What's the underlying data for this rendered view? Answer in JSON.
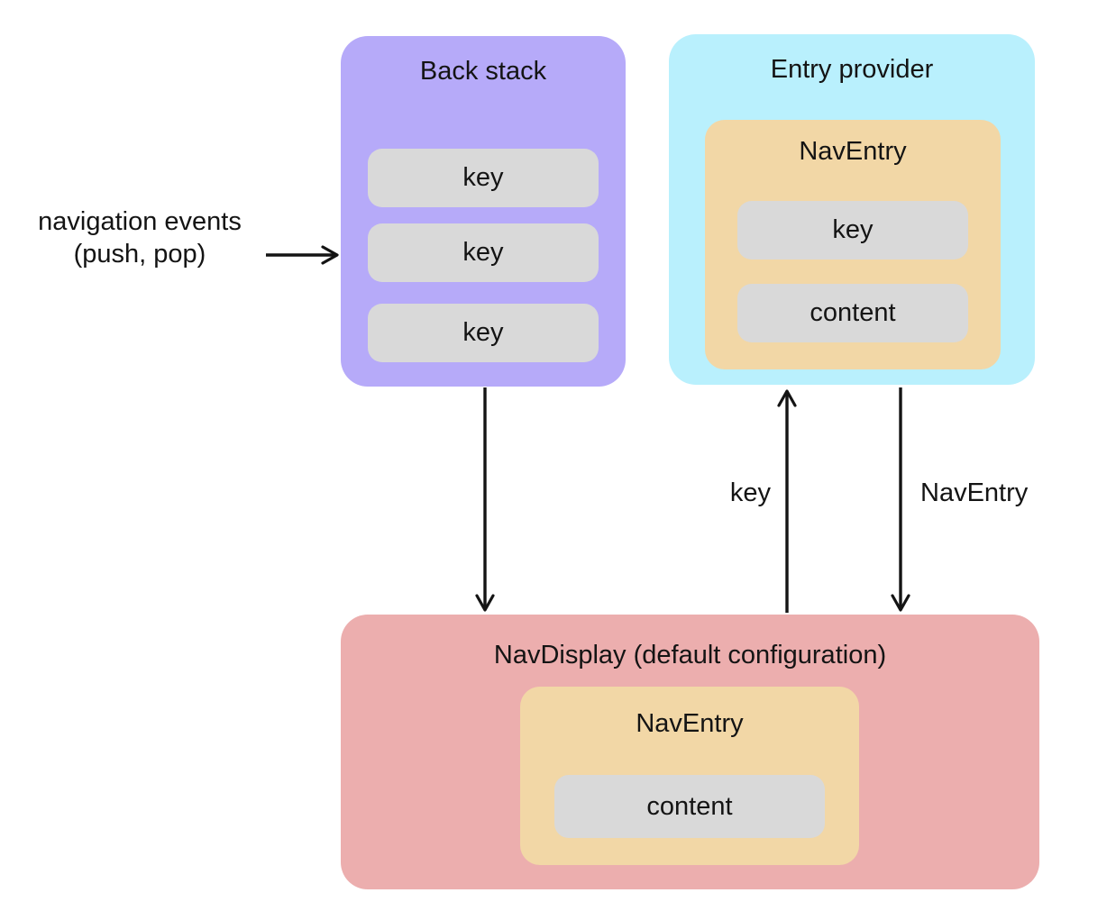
{
  "colors": {
    "background": "#ffffff",
    "back_stack_bg": "#b6aaf9",
    "entry_provider_bg": "#b9f0fd",
    "nav_entry_bg": "#f2d7a6",
    "pill_bg": "#d9d9d9",
    "nav_display_bg": "#ecaeae",
    "arrow": "#141414",
    "text": "#141414"
  },
  "back_stack": {
    "title": "Back stack",
    "keys": [
      "key",
      "key",
      "key"
    ]
  },
  "entry_provider": {
    "title": "Entry provider",
    "nav_entry": {
      "title": "NavEntry",
      "key_label": "key",
      "content_label": "content"
    }
  },
  "nav_display": {
    "title": "NavDisplay (default configuration)",
    "nav_entry": {
      "title": "NavEntry",
      "content_label": "content"
    }
  },
  "arrows": {
    "navigation_events": {
      "label_line1": "navigation events",
      "label_line2": "(push, pop)"
    },
    "key_to_entry_provider": {
      "label": "key"
    },
    "nav_entry_to_nav_display": {
      "label": "NavEntry"
    }
  }
}
